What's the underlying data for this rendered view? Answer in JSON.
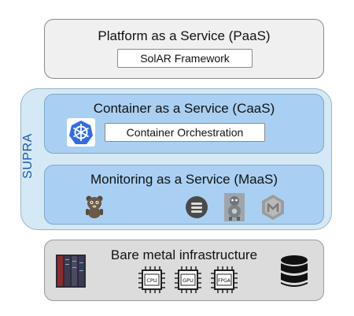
{
  "paas": {
    "title": "Platform as a Service (PaaS)",
    "component": "SolAR Framework"
  },
  "supra": {
    "label": "SUPRA"
  },
  "caas": {
    "title": "Container as a Service (CaaS)",
    "component": "Container Orchestration"
  },
  "maas": {
    "title": "Monitoring as a Service (MaaS)"
  },
  "bare_metal": {
    "title": "Bare metal infrastructure",
    "chips": [
      "CPU",
      "GPU",
      "FPGA"
    ]
  },
  "colors": {
    "paas_bg": "#f0f0f0",
    "supra_bg": "#d4e9f5",
    "service_bg": "#a9d0f2",
    "bare_bg": "#dcdcdc",
    "kubernetes_blue": "#326ce5",
    "supra_text": "#1a56a8"
  },
  "icons": [
    "kubernetes-icon",
    "prometheus-bear-icon",
    "database-menu-icon",
    "grafana-mascot-icon",
    "chart-hexagon-icon",
    "server-rack-icon",
    "chip-icon",
    "database-icon"
  ]
}
